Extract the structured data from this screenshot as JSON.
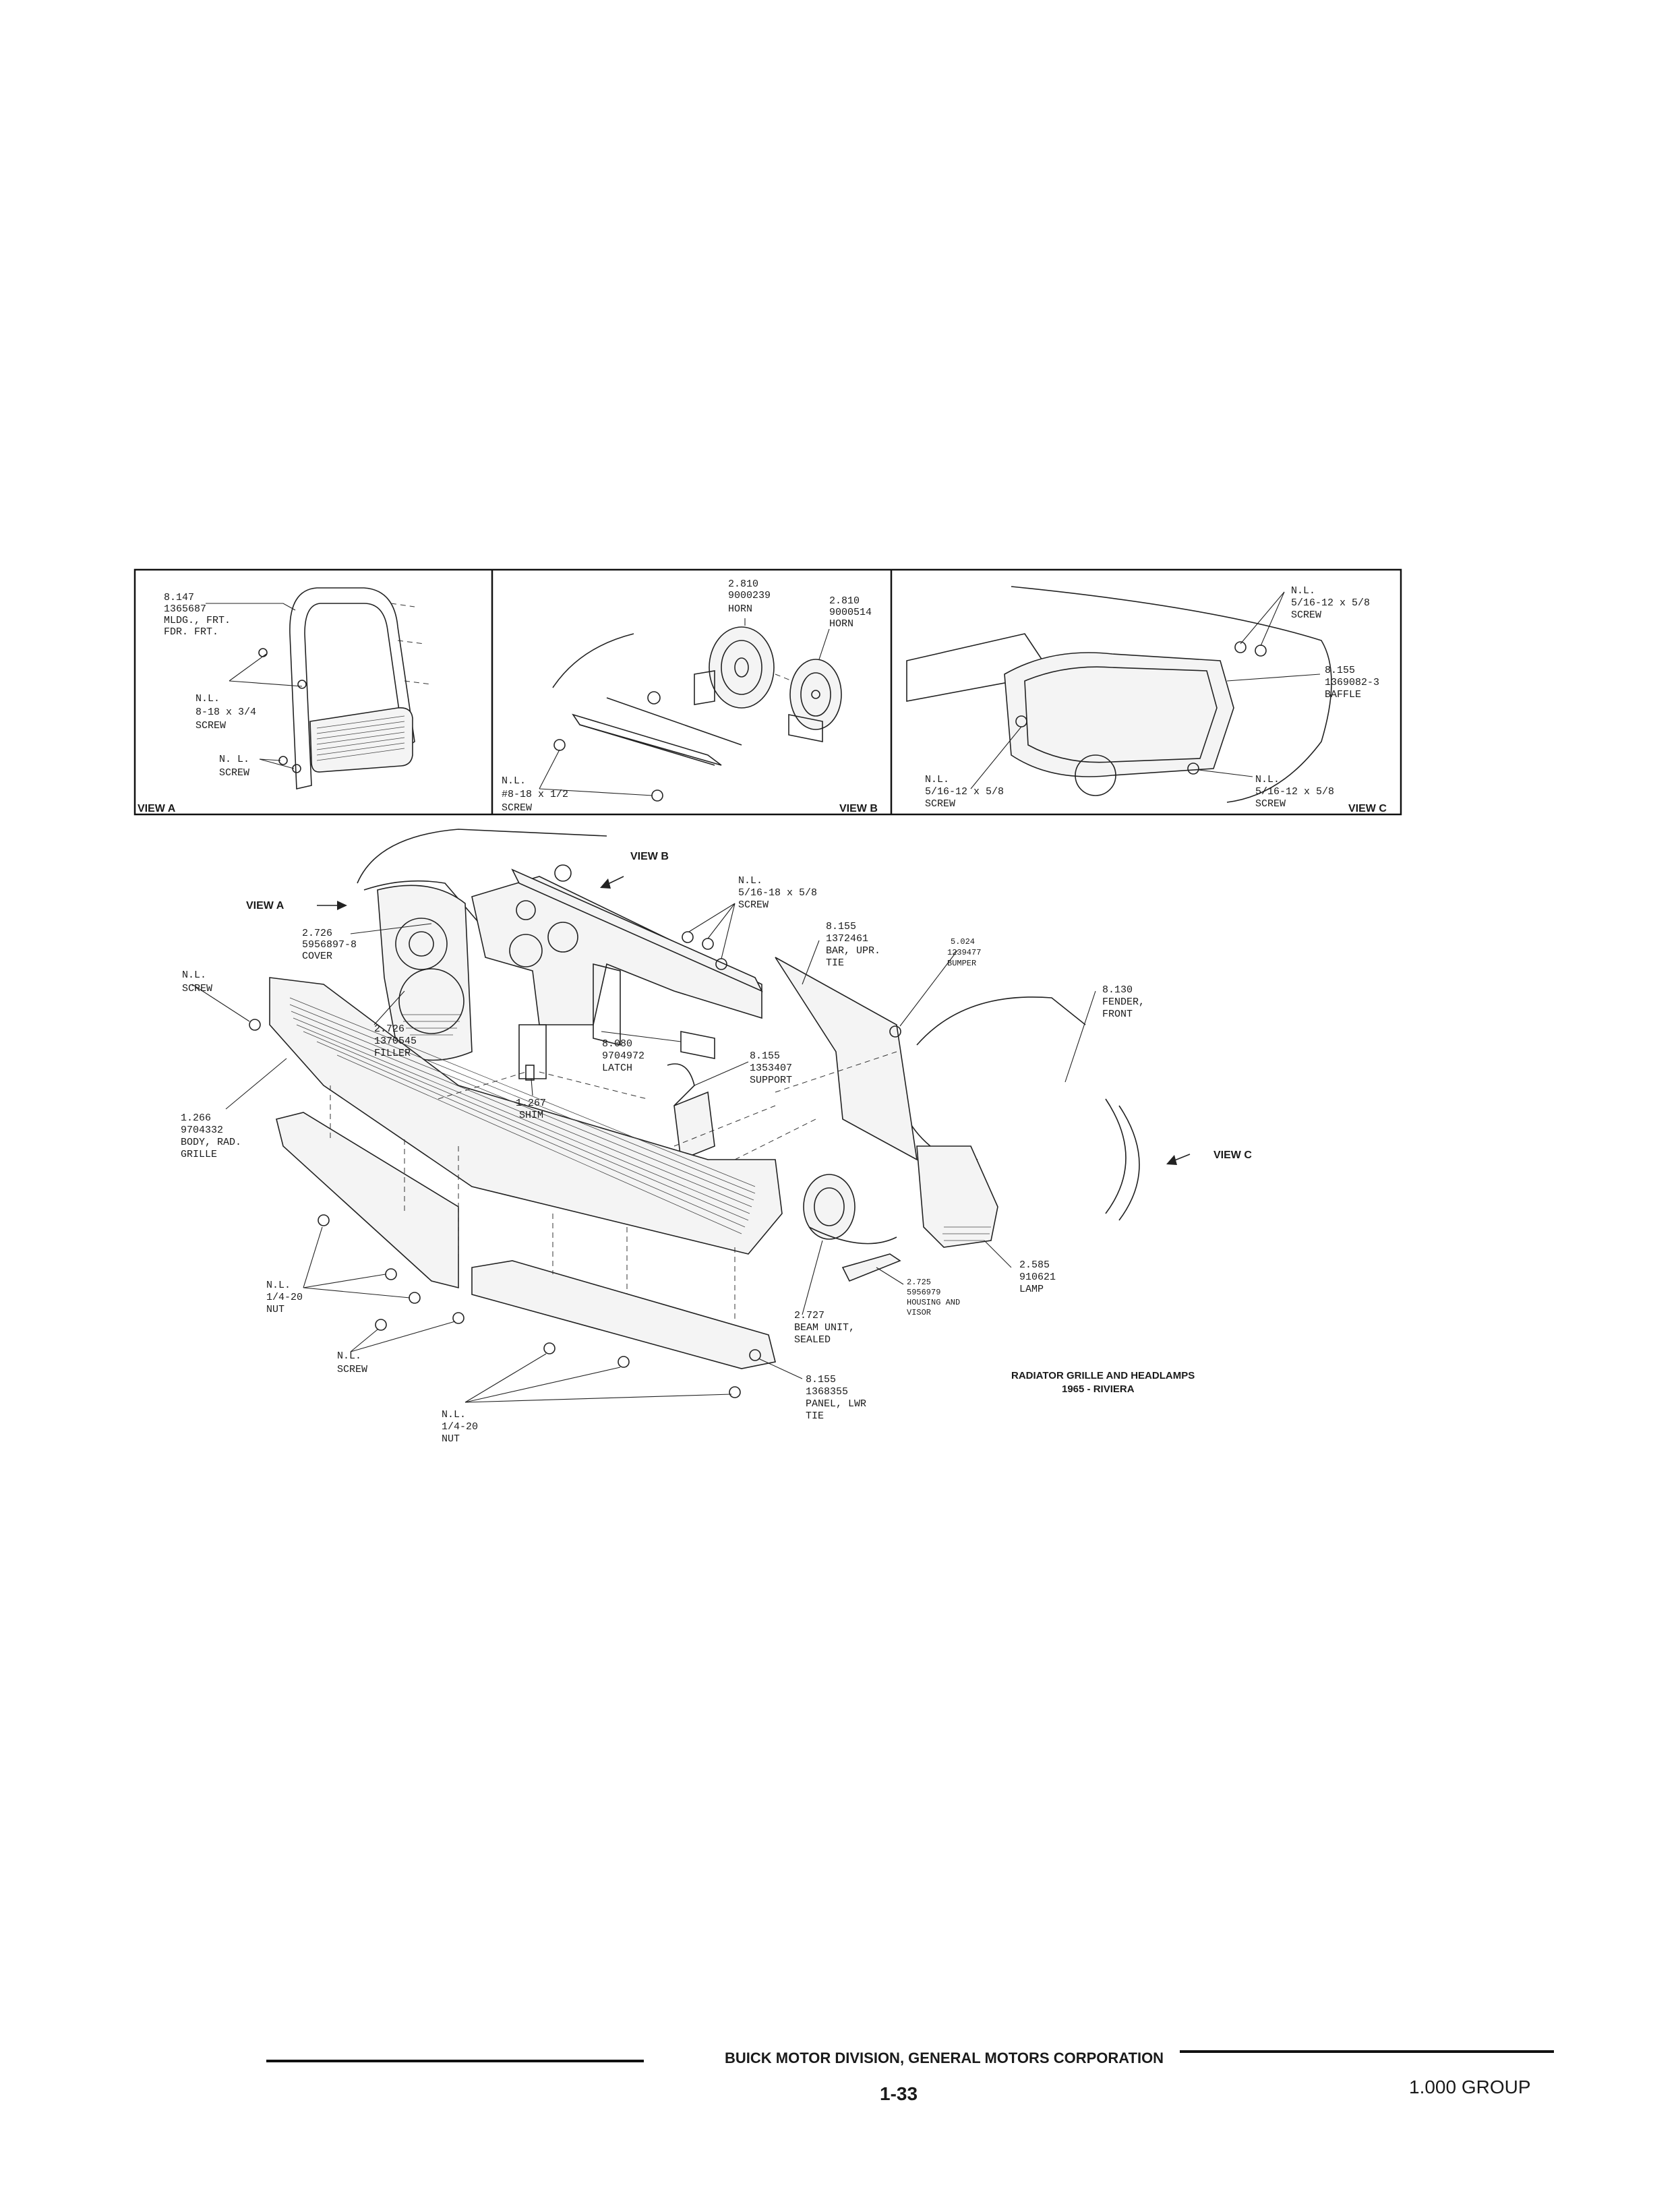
{
  "view_a": {
    "title": "VIEW A",
    "molding": [
      "8.147",
      "1365687",
      "MLDG., FRT.",
      "FDR. FRT."
    ],
    "screw_1": [
      "N.L.",
      "8-18 x 3/4",
      "SCREW"
    ],
    "screw_2": [
      "N. L.",
      "SCREW"
    ]
  },
  "view_b": {
    "title": "VIEW B",
    "horn_1": [
      "2.810",
      "9000239",
      "HORN"
    ],
    "horn_2": [
      "2.810",
      "9000514",
      "HORN"
    ],
    "screw": [
      "N.L.",
      "#8-18 x 1/2",
      "SCREW"
    ]
  },
  "view_c": {
    "title": "VIEW C",
    "screw_top": [
      "N.L.",
      "5/16-12 x 5/8",
      "SCREW"
    ],
    "baffle": [
      "8.155",
      "1369082-3",
      "BAFFLE"
    ],
    "screw_left": [
      "N.L.",
      "5/16-12 x 5/8",
      "SCREW"
    ],
    "screw_right": [
      "N.L.",
      "5/16-12 x 5/8",
      "SCREW"
    ]
  },
  "main": {
    "view_a_pointer": "VIEW A",
    "view_b_pointer": "VIEW B",
    "view_c_pointer": "VIEW C",
    "cover": [
      "2.726",
      "5956897-8",
      "COVER"
    ],
    "screw_left": [
      "N.L.",
      "SCREW"
    ],
    "filler": [
      "2.726",
      "1370545",
      "FILLER"
    ],
    "grille": [
      "1.266",
      "9704332",
      "BODY, RAD.",
      "GRILLE"
    ],
    "screw_top": [
      "N.L.",
      "5/16-18 x 5/8",
      "SCREW"
    ],
    "upper_tie": [
      "8.155",
      "1372461",
      "BAR, UPR.",
      "TIE"
    ],
    "bumper": [
      "5.024",
      "1239477",
      "BUMPER"
    ],
    "fender": [
      "8.130",
      "FENDER,",
      "FRONT"
    ],
    "latch": [
      "8.080",
      "9704972",
      "LATCH"
    ],
    "support": [
      "8.155",
      "1353407",
      "SUPPORT"
    ],
    "shim": [
      "1.267",
      "SHIM"
    ],
    "nut_left": [
      "N.L.",
      "1/4-20",
      "NUT"
    ],
    "screw_bottom": [
      "N.L.",
      "SCREW"
    ],
    "nut_bottom": [
      "N.L.",
      "1/4-20",
      "NUT"
    ],
    "lower_tie": [
      "8.155",
      "1368355",
      "PANEL, LWR",
      "TIE"
    ],
    "beam_unit": [
      "2.727",
      "BEAM UNIT,",
      "SEALED"
    ],
    "housing": [
      "2.725",
      "5956979",
      "HOUSING AND",
      "VISOR"
    ],
    "lamp": [
      "2.585",
      "910621",
      "LAMP"
    ],
    "caption": [
      "RADIATOR GRILLE AND HEADLAMPS",
      "1965 - RIVIERA"
    ]
  },
  "footer": {
    "division": "BUICK MOTOR DIVISION, GENERAL MOTORS CORPORATION",
    "page": "1-33",
    "group": "1.000 GROUP"
  }
}
